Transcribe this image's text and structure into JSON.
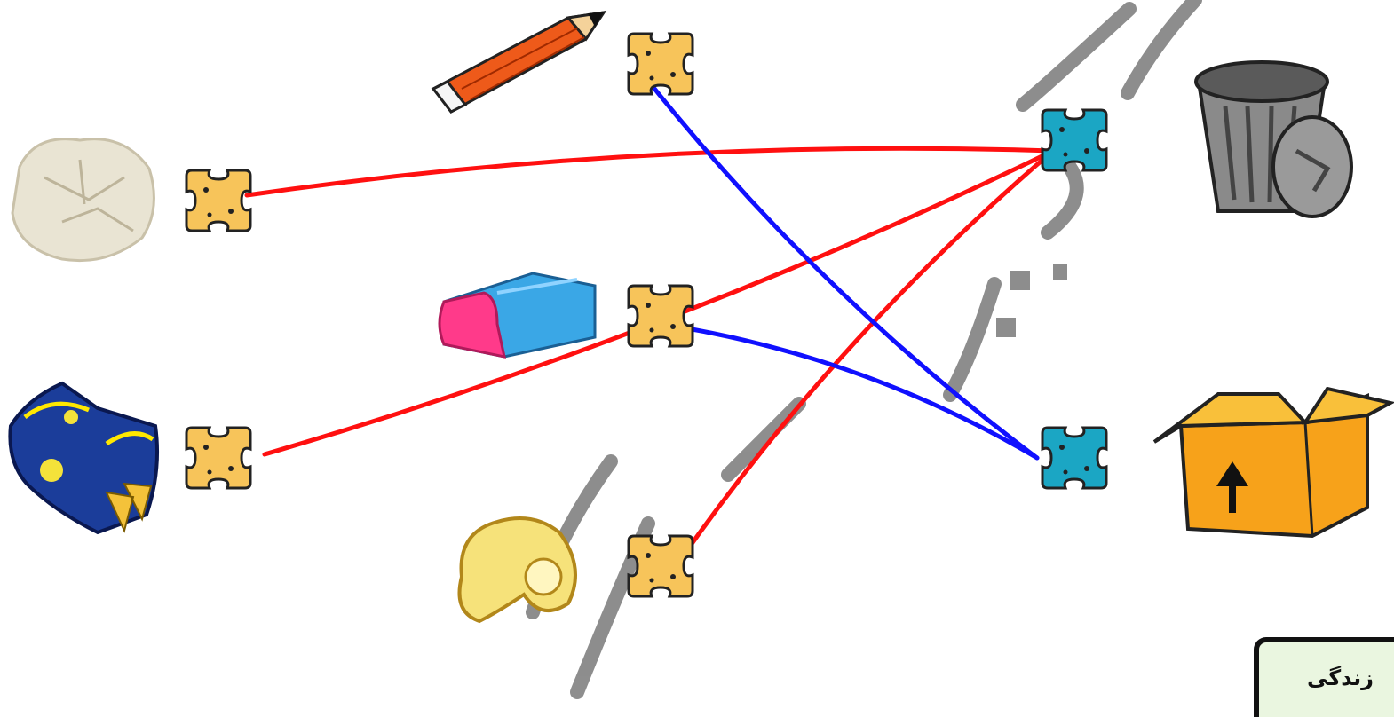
{
  "title": "",
  "items_left": [
    {
      "name": "crumpled-paper",
      "image": "crumpled-paper-icon"
    },
    {
      "name": "snack-wrapper",
      "image": "snack-wrapper-icon"
    }
  ],
  "items_middle": [
    {
      "name": "pencil",
      "image": "pencil-icon"
    },
    {
      "name": "eraser",
      "image": "eraser-icon"
    },
    {
      "name": "pencil-shavings",
      "image": "pencil-shavings-icon"
    }
  ],
  "targets": [
    {
      "name": "trash-can",
      "image": "trash-can-icon"
    },
    {
      "name": "box",
      "image": "box-icon"
    }
  ],
  "connections": [
    {
      "from": "crumpled-paper",
      "to": "trash-can",
      "color": "#ff1010"
    },
    {
      "from": "snack-wrapper",
      "to": "trash-can",
      "color": "#ff1010"
    },
    {
      "from": "pencil-shavings",
      "to": "trash-can",
      "color": "#ff1010"
    },
    {
      "from": "pencil",
      "to": "box",
      "color": "#1010ff"
    },
    {
      "from": "eraser",
      "to": "box",
      "color": "#1010ff"
    }
  ],
  "colors": {
    "item_puzzle": "#f7c45a",
    "target_puzzle": "#1ba6c4",
    "red_line": "#ff1010",
    "blue_line": "#1010ff",
    "watermark": "#7a7a7a"
  },
  "corner_label": "زندگی"
}
